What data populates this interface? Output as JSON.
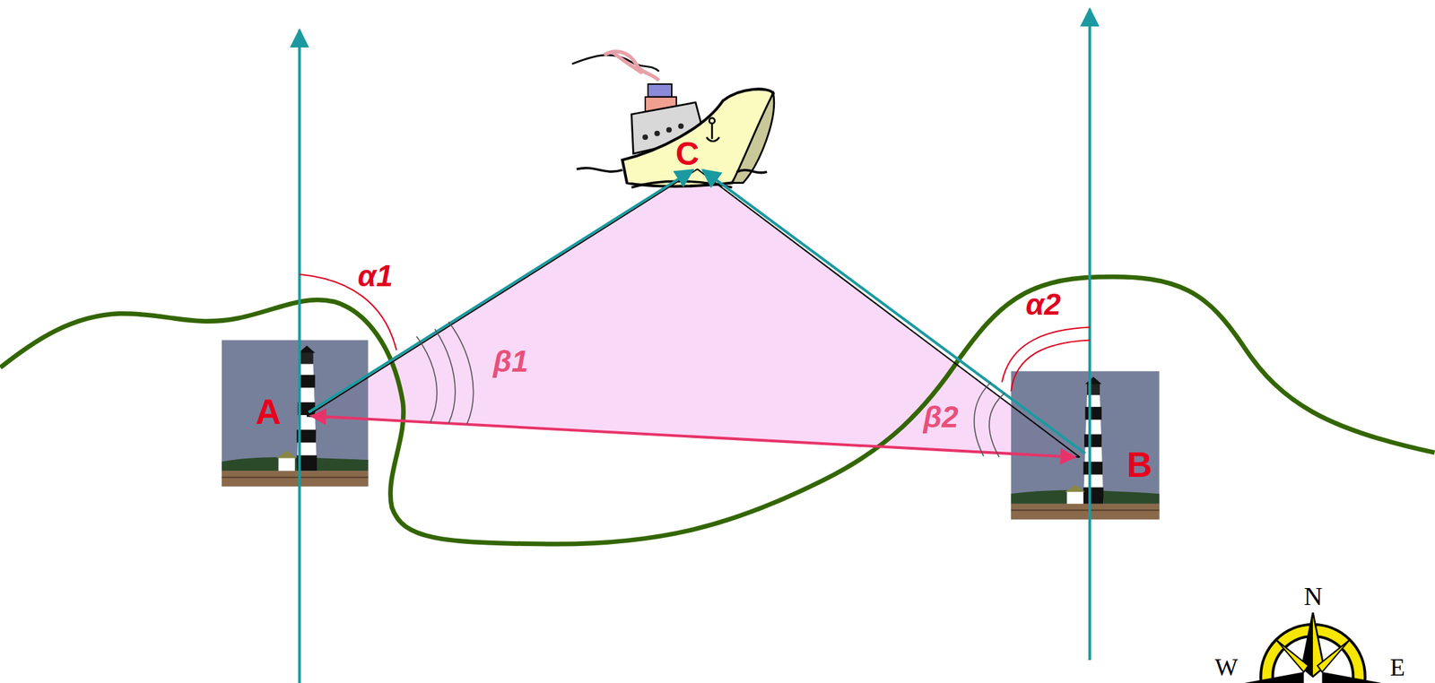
{
  "diagram": {
    "labels": [
      "A",
      "B",
      "C",
      "α1",
      "α2",
      "β1",
      "β2",
      "N",
      "W",
      "E"
    ]
  }
}
